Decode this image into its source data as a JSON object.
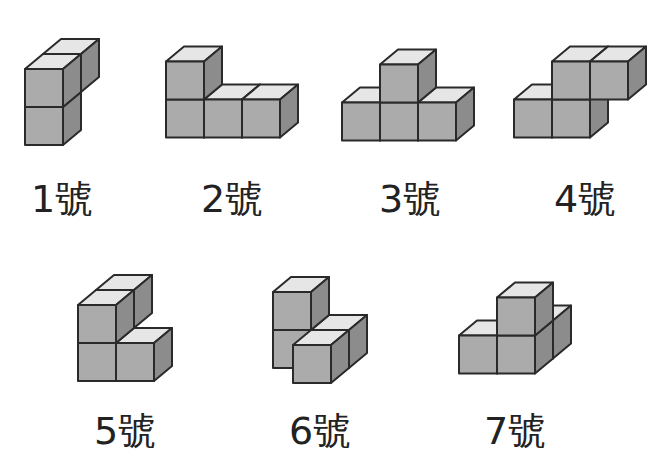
{
  "diagram": {
    "labels": [
      "1號",
      "2號",
      "3號",
      "4號",
      "5號",
      "6號",
      "7號"
    ]
  }
}
